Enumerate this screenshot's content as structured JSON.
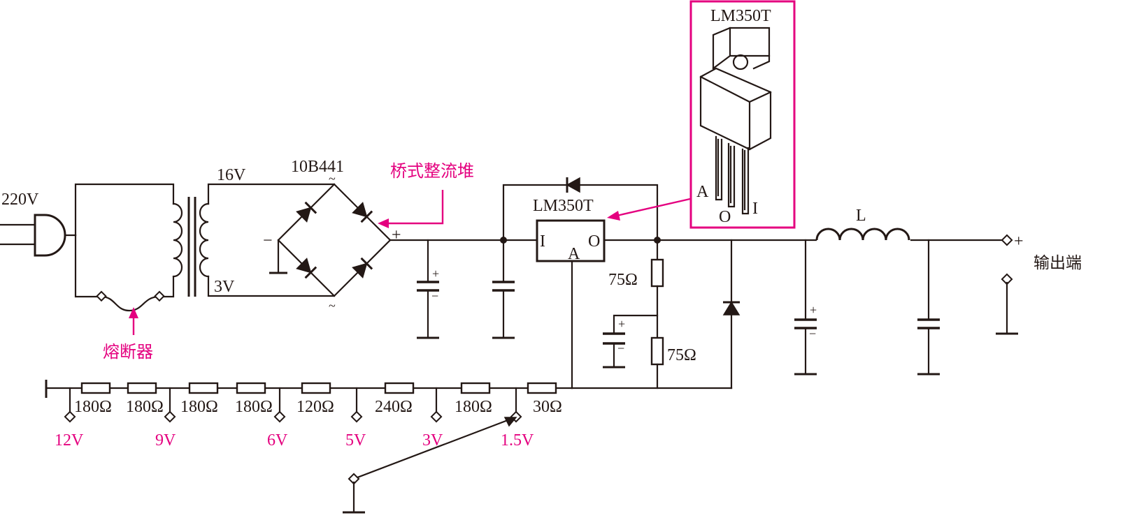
{
  "labels": {
    "input_voltage": "220V",
    "secondary_high": "16V",
    "secondary_low": "3V",
    "bridge_part": "10B441",
    "bridge_name": "桥式整流堆",
    "fuse_name": "熔断器",
    "regulator": "LM350T",
    "reg_pin_in": "I",
    "reg_pin_out": "O",
    "reg_pin_adj": "A",
    "package_title": "LM350T",
    "package_pin_a": "A",
    "package_pin_o": "O",
    "package_pin_i": "I",
    "r_75a": "75Ω",
    "r_75b": "75Ω",
    "inductor": "L",
    "output_name": "输出端",
    "plus": "+",
    "minus": "−",
    "tilde": "~"
  },
  "ladder": {
    "resistors": [
      "180Ω",
      "180Ω",
      "180Ω",
      "180Ω",
      "120Ω",
      "240Ω",
      "180Ω",
      "30Ω"
    ],
    "taps": [
      "12V",
      "9V",
      "6V",
      "5V",
      "3V",
      "1.5V"
    ]
  },
  "colors": {
    "line": "#231815",
    "accent": "#e4007f"
  }
}
